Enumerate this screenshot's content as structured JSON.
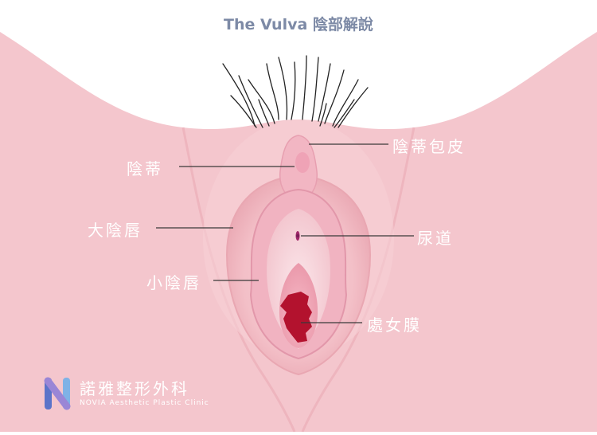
{
  "title": "The Vulva 陰部解說",
  "labels": {
    "clitoral_hood": "陰蒂包皮",
    "clitoris": "陰蒂",
    "labia_majora": "大陰唇",
    "urethra": "尿道",
    "labia_minora": "小陰唇",
    "hymen": "處女膜"
  },
  "logo": {
    "name": "諾雅整形外科",
    "name_en": "NOVIA Aesthetic Plastic Clinic"
  },
  "colors": {
    "skin": "#f4c6cd",
    "skin_dark": "#eeb2bb",
    "label_line": "#3a3a3a",
    "hymen": "#b3122e",
    "title": "#7d8aa6"
  }
}
